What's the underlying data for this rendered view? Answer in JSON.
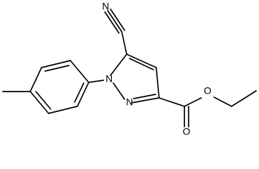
{
  "molecule": {
    "atoms": {
      "nitrile_n": "N",
      "pyrazole_n1": "N",
      "pyrazole_n2": "N",
      "ester_o_single": "O",
      "ester_o_double": "O"
    }
  }
}
